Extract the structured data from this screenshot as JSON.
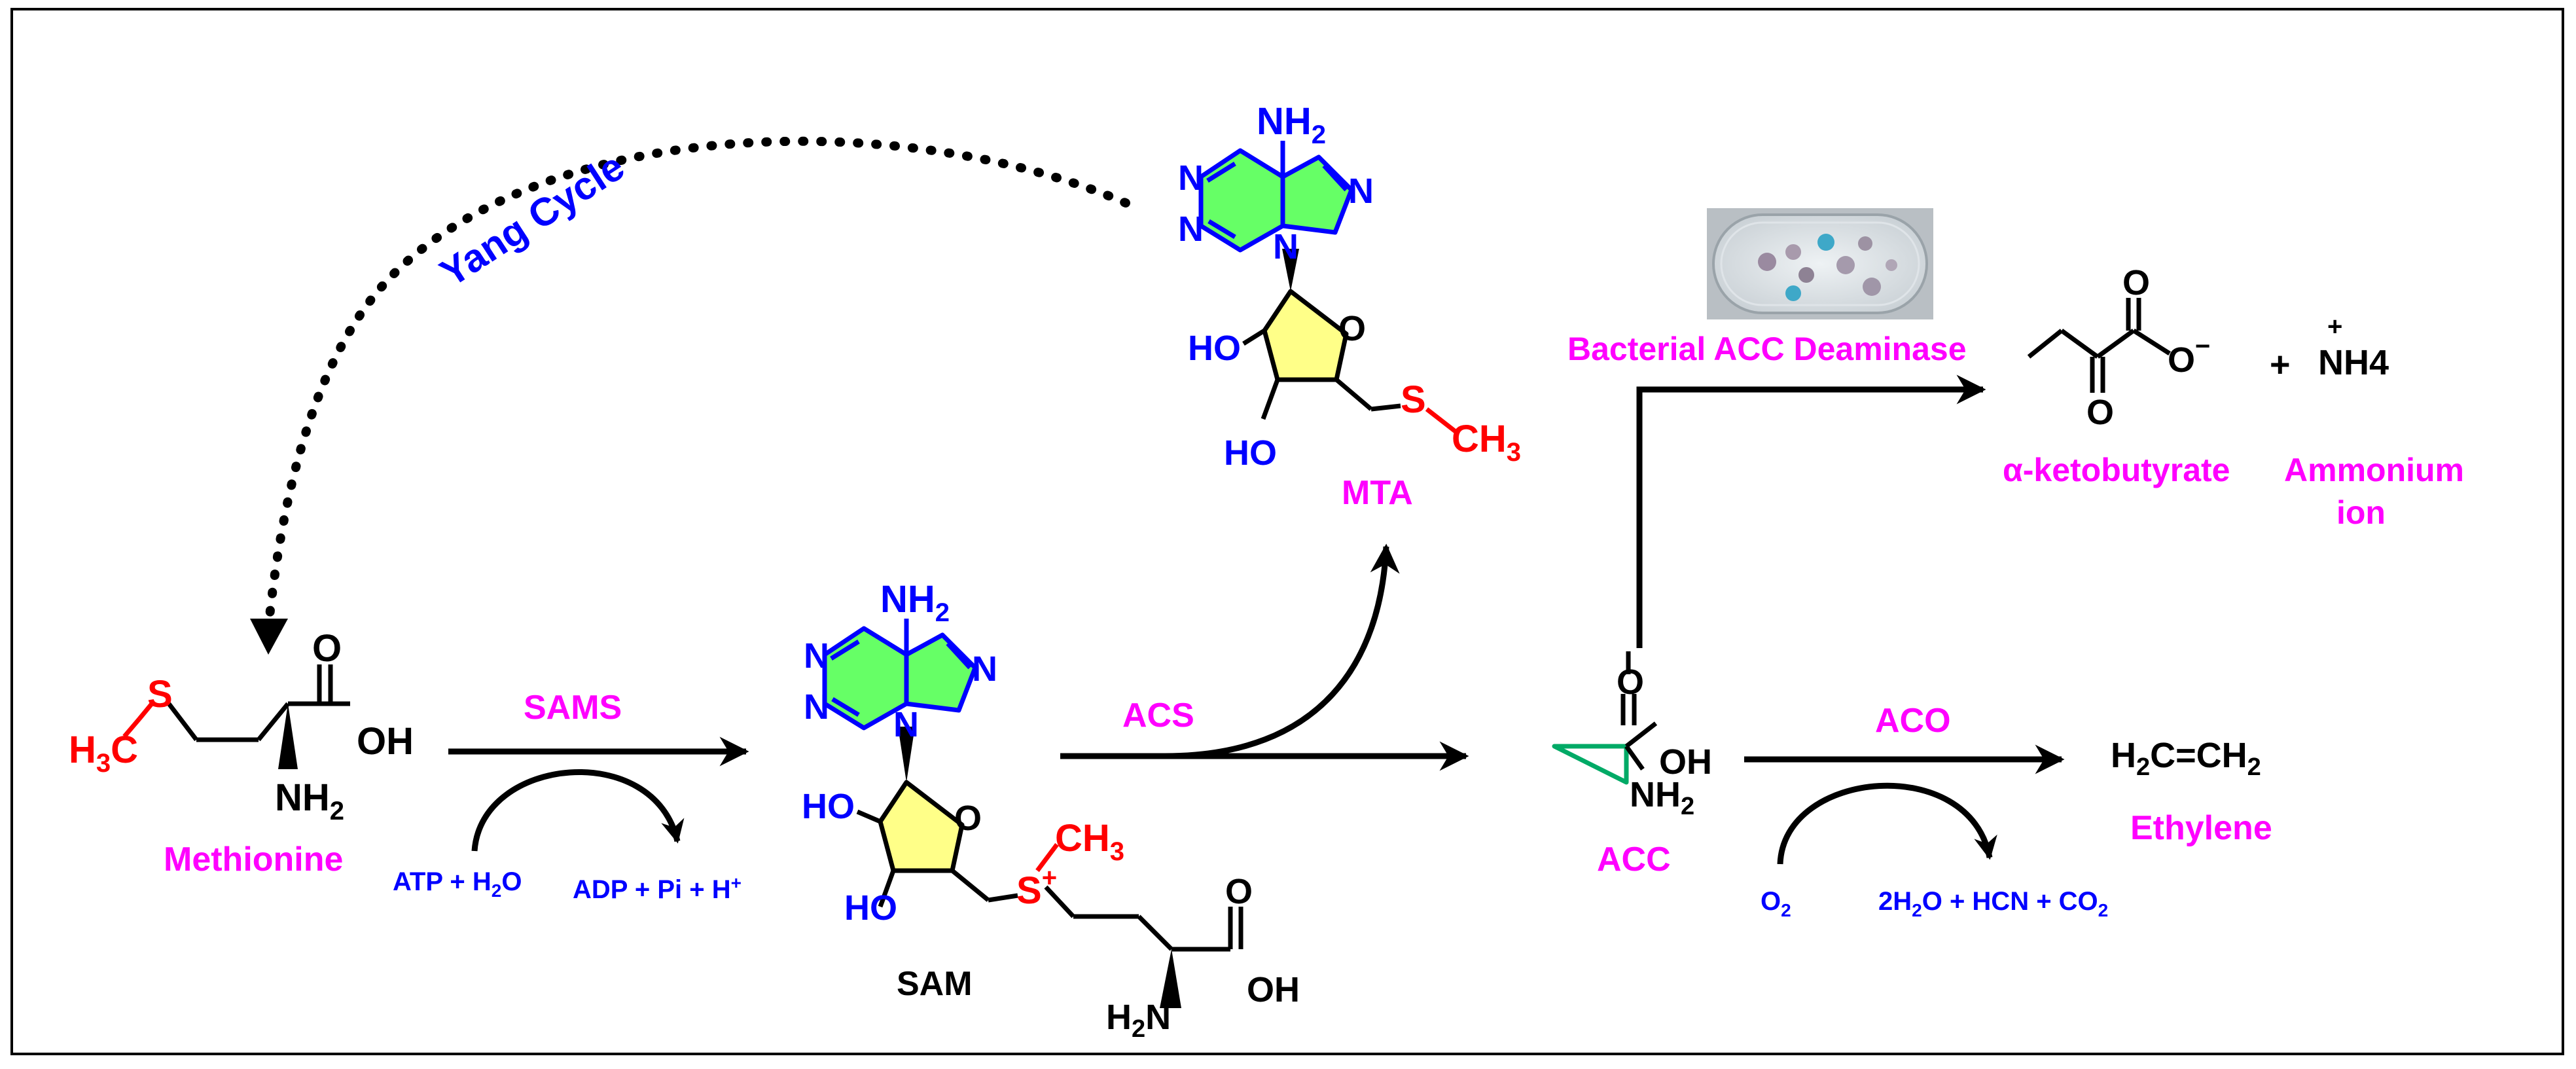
{
  "colors": {
    "magenta": "#ff00ff",
    "blue": "#0000ff",
    "red": "#ff0000",
    "black": "#000000",
    "ring_yellow": "#ffff88"
  },
  "cycle_label": "Yang Cycle",
  "compounds": {
    "methionine": {
      "name": "Methionine",
      "h3c": "H",
      "h3c_sub": "3",
      "h3c_c": "C",
      "s": "S",
      "oh": "OH",
      "o": "O",
      "nh2": "NH",
      "nh2_sub": "2"
    },
    "sam": {
      "name": "SAM",
      "nh2": "NH",
      "nh2_sub": "2",
      "ho1": "HO",
      "ho2": "HO",
      "o_ring": "O",
      "s_plus": "S",
      "plus": "+",
      "ch3": "CH",
      "ch3_sub": "3",
      "oh": "OH",
      "o": "O",
      "h2n": "H",
      "h2n_sub": "2",
      "h2n_n": "N",
      "n": "N"
    },
    "mta": {
      "name": "MTA",
      "nh2": "NH",
      "nh2_sub": "2",
      "ho1": "HO",
      "ho2": "HO",
      "o_ring": "O",
      "s": "S",
      "ch3": "CH",
      "ch3_sub": "3",
      "n": "N"
    },
    "acc": {
      "name": "ACC",
      "o": "O",
      "oh": "OH",
      "nh2": "NH",
      "nh2_sub": "2"
    },
    "ethylene": {
      "name": "Ethylene",
      "formula_a": "H",
      "formula_a_sub": "2",
      "formula_b": "C=CH",
      "formula_b_sub": "2"
    },
    "ketobutyrate": {
      "name": "α-ketobutyrate",
      "o": "O",
      "o_minus": "O",
      "minus": "−"
    },
    "ammonium": {
      "name_line1": "Ammonium",
      "name_line2": "ion",
      "formula": "NH4",
      "plus": "+"
    }
  },
  "enzymes": {
    "sams": "SAMS",
    "acs": "ACS",
    "aco": "ACO",
    "deaminase": "Bacterial ACC Deaminase"
  },
  "cofactors": {
    "sams_in": "ATP + H",
    "sams_in_sub": "2",
    "sams_in_tail": "O",
    "sams_out": "ADP + Pi + H",
    "sams_out_sup": "+",
    "aco_in": "O",
    "aco_in_sub": "2",
    "aco_out_a": "2H",
    "aco_out_a_sub": "2",
    "aco_out_b": "O + HCN + CO",
    "aco_out_b_sub": "2"
  },
  "plus_sign": "+"
}
